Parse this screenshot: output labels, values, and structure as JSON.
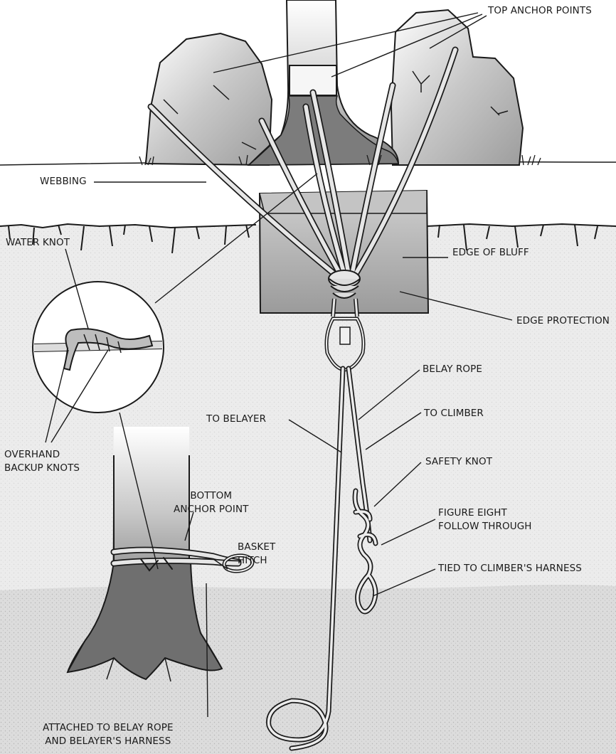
{
  "labels": {
    "top_anchor_points": "TOP ANCHOR POINTS",
    "webbing": "WEBBING",
    "water_knot": "WATER KNOT",
    "edge_of_bluff": "EDGE OF BLUFF",
    "edge_protection": "EDGE PROTECTION",
    "belay_rope": "BELAY ROPE",
    "to_belayer": "TO BELAYER",
    "to_climber": "TO CLIMBER",
    "safety_knot": "SAFETY KNOT",
    "overhand_backup_knots": [
      "OVERHAND",
      "BACKUP KNOTS"
    ],
    "bottom_anchor_point": [
      "BOTTOM",
      "ANCHOR POINT"
    ],
    "figure_eight_follow_through": [
      "FIGURE EIGHT",
      "FOLLOW THROUGH"
    ],
    "basket_hitch": [
      "BASKET",
      "HITCH"
    ],
    "tied_to_climbers_harness": "TIED TO CLIMBER'S HARNESS",
    "attached_to_belay_rope": [
      "ATTACHED TO BELAY ROPE",
      "AND BELAYER'S HARNESS"
    ]
  },
  "colors": {
    "ink": "#1a1a1a",
    "rock": "#b9b9b9",
    "trunk": "#8a8a8a",
    "pad": "#a9a9a9",
    "ground": "#d9d9d9",
    "rope": "#e6e6e6"
  }
}
